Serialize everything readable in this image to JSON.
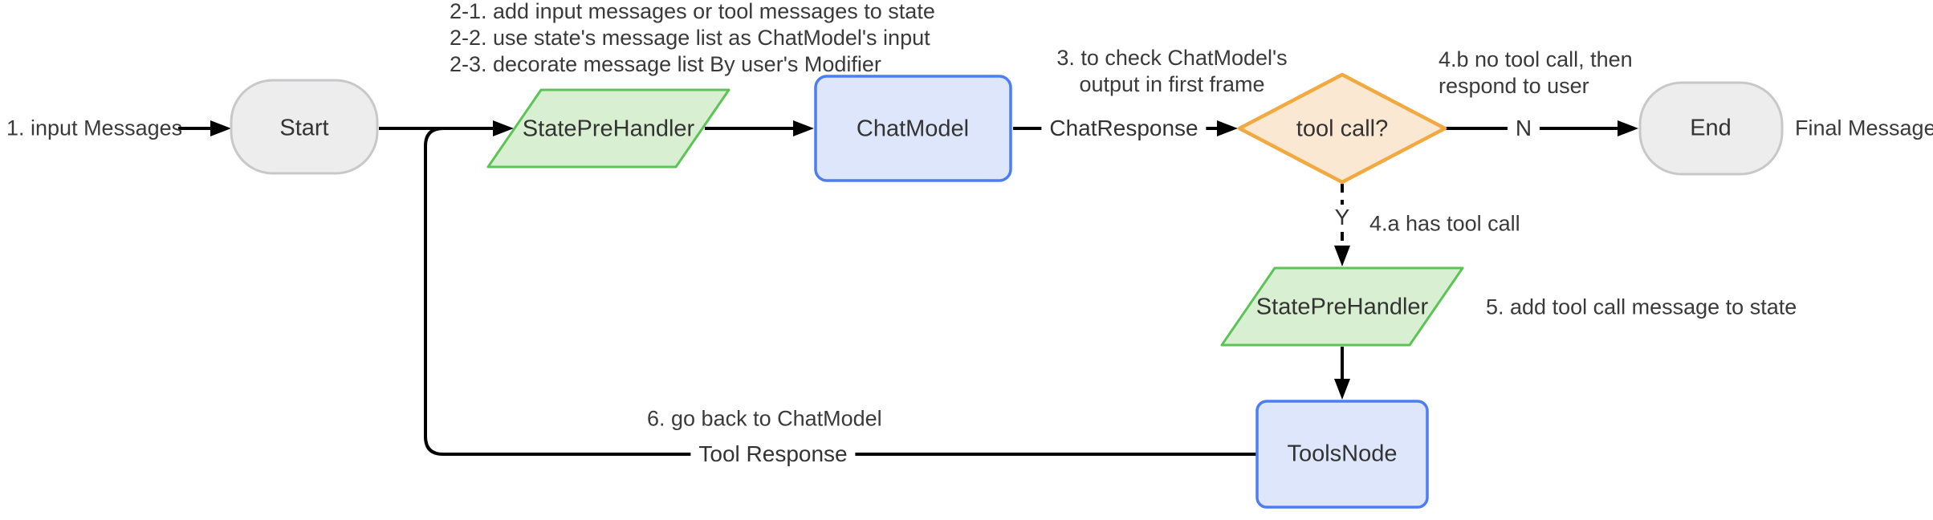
{
  "flowchart": {
    "nodes": {
      "start": "Start",
      "state_pre_handler_top": "StatePreHandler",
      "chat_model": "ChatModel",
      "tool_call_decision": "tool call?",
      "end": "End",
      "state_pre_handler_bottom": "StatePreHandler",
      "tools_node": "ToolsNode"
    },
    "edge_labels": {
      "chat_response": "ChatResponse",
      "no": "N",
      "yes": "Y",
      "tool_response": "Tool Response"
    },
    "annotations": {
      "step1": "1. input Messages",
      "step2_line1": "2-1. add input messages or tool messages to state",
      "step2_line2": "2-2. use state's message list as ChatModel's input",
      "step2_line3": "2-3. decorate message list By user's Modifier",
      "step3_line1": "3. to check ChatModel's",
      "step3_line2": "output in first frame",
      "step4b_line1": "4.b no tool call, then",
      "step4b_line2": "respond to user",
      "step4a": "4.a has tool call",
      "step5": "5. add tool call message to state",
      "step6": "6. go back to ChatModel",
      "final_message": "Final Message"
    },
    "colors": {
      "node_gray_fill": "#EDEDEE",
      "node_gray_border": "#C8C8CA",
      "node_green_fill": "#D8F0D1",
      "node_green_border": "#5CC457",
      "node_blue_fill": "#DDE6FA",
      "node_blue_border": "#4D7DF2",
      "node_orange_fill": "#FBE8D2",
      "node_orange_border": "#F2A93F",
      "edge": "#000000",
      "text": "#333333"
    }
  }
}
